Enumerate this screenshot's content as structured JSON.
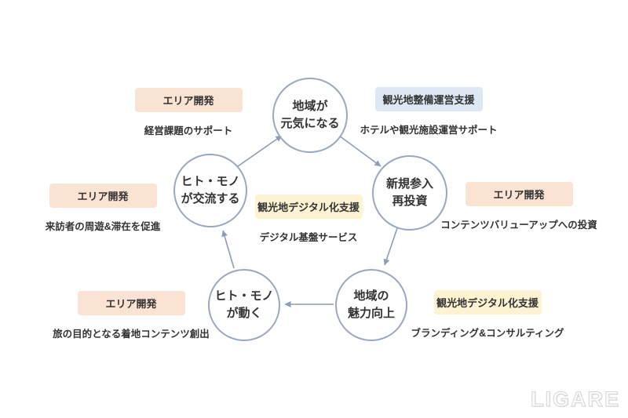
{
  "cycle": {
    "nodes": [
      {
        "id": "region-energized",
        "line1": "地域が",
        "line2": "元気になる"
      },
      {
        "id": "new-entry-reinvestment",
        "line1": "新規参入",
        "line2": "再投資"
      },
      {
        "id": "regional-attractiveness",
        "line1": "地域の",
        "line2": "魅力向上"
      },
      {
        "id": "people-goods-move",
        "line1": "ヒト・モノ",
        "line2": "が動く"
      },
      {
        "id": "people-goods-interact",
        "line1": "ヒト・モノ",
        "line2": "が交流する"
      }
    ],
    "flow": "clockwise"
  },
  "annotations": [
    {
      "position": "top-left",
      "badge": "エリア開発",
      "badge_color": "orange",
      "description": "経営課題のサポート"
    },
    {
      "position": "top-right",
      "badge": "観光地整備運営支援",
      "badge_color": "blue",
      "description": "ホテルや観光施設運営サポート"
    },
    {
      "position": "left",
      "badge": "エリア開発",
      "badge_color": "orange",
      "description": "来訪者の周遊&滞在を促進"
    },
    {
      "position": "right",
      "badge": "エリア開発",
      "badge_color": "orange",
      "description": "コンテンツバリューアップへの投資"
    },
    {
      "position": "center",
      "badge": "観光地デジタル化支援",
      "badge_color": "yellow",
      "description": "デジタル基盤サービス"
    },
    {
      "position": "bottom-left",
      "badge": "エリア開発",
      "badge_color": "orange",
      "description": "旅の目的となる着地コンテンツ創出"
    },
    {
      "position": "bottom-right",
      "badge": "観光地デジタル化支援",
      "badge_color": "yellow",
      "description": "ブランディング&コンサルティング"
    }
  ],
  "logo": {
    "text": "LIGARE"
  },
  "colors": {
    "circle_stroke": "#9aa8bf",
    "arrow": "#8e9cb4",
    "badge_orange": "#fae3d3",
    "badge_blue": "#dde8f4",
    "badge_yellow": "#fdf3d3",
    "text": "#333333",
    "logo": "#d6d6d6"
  }
}
